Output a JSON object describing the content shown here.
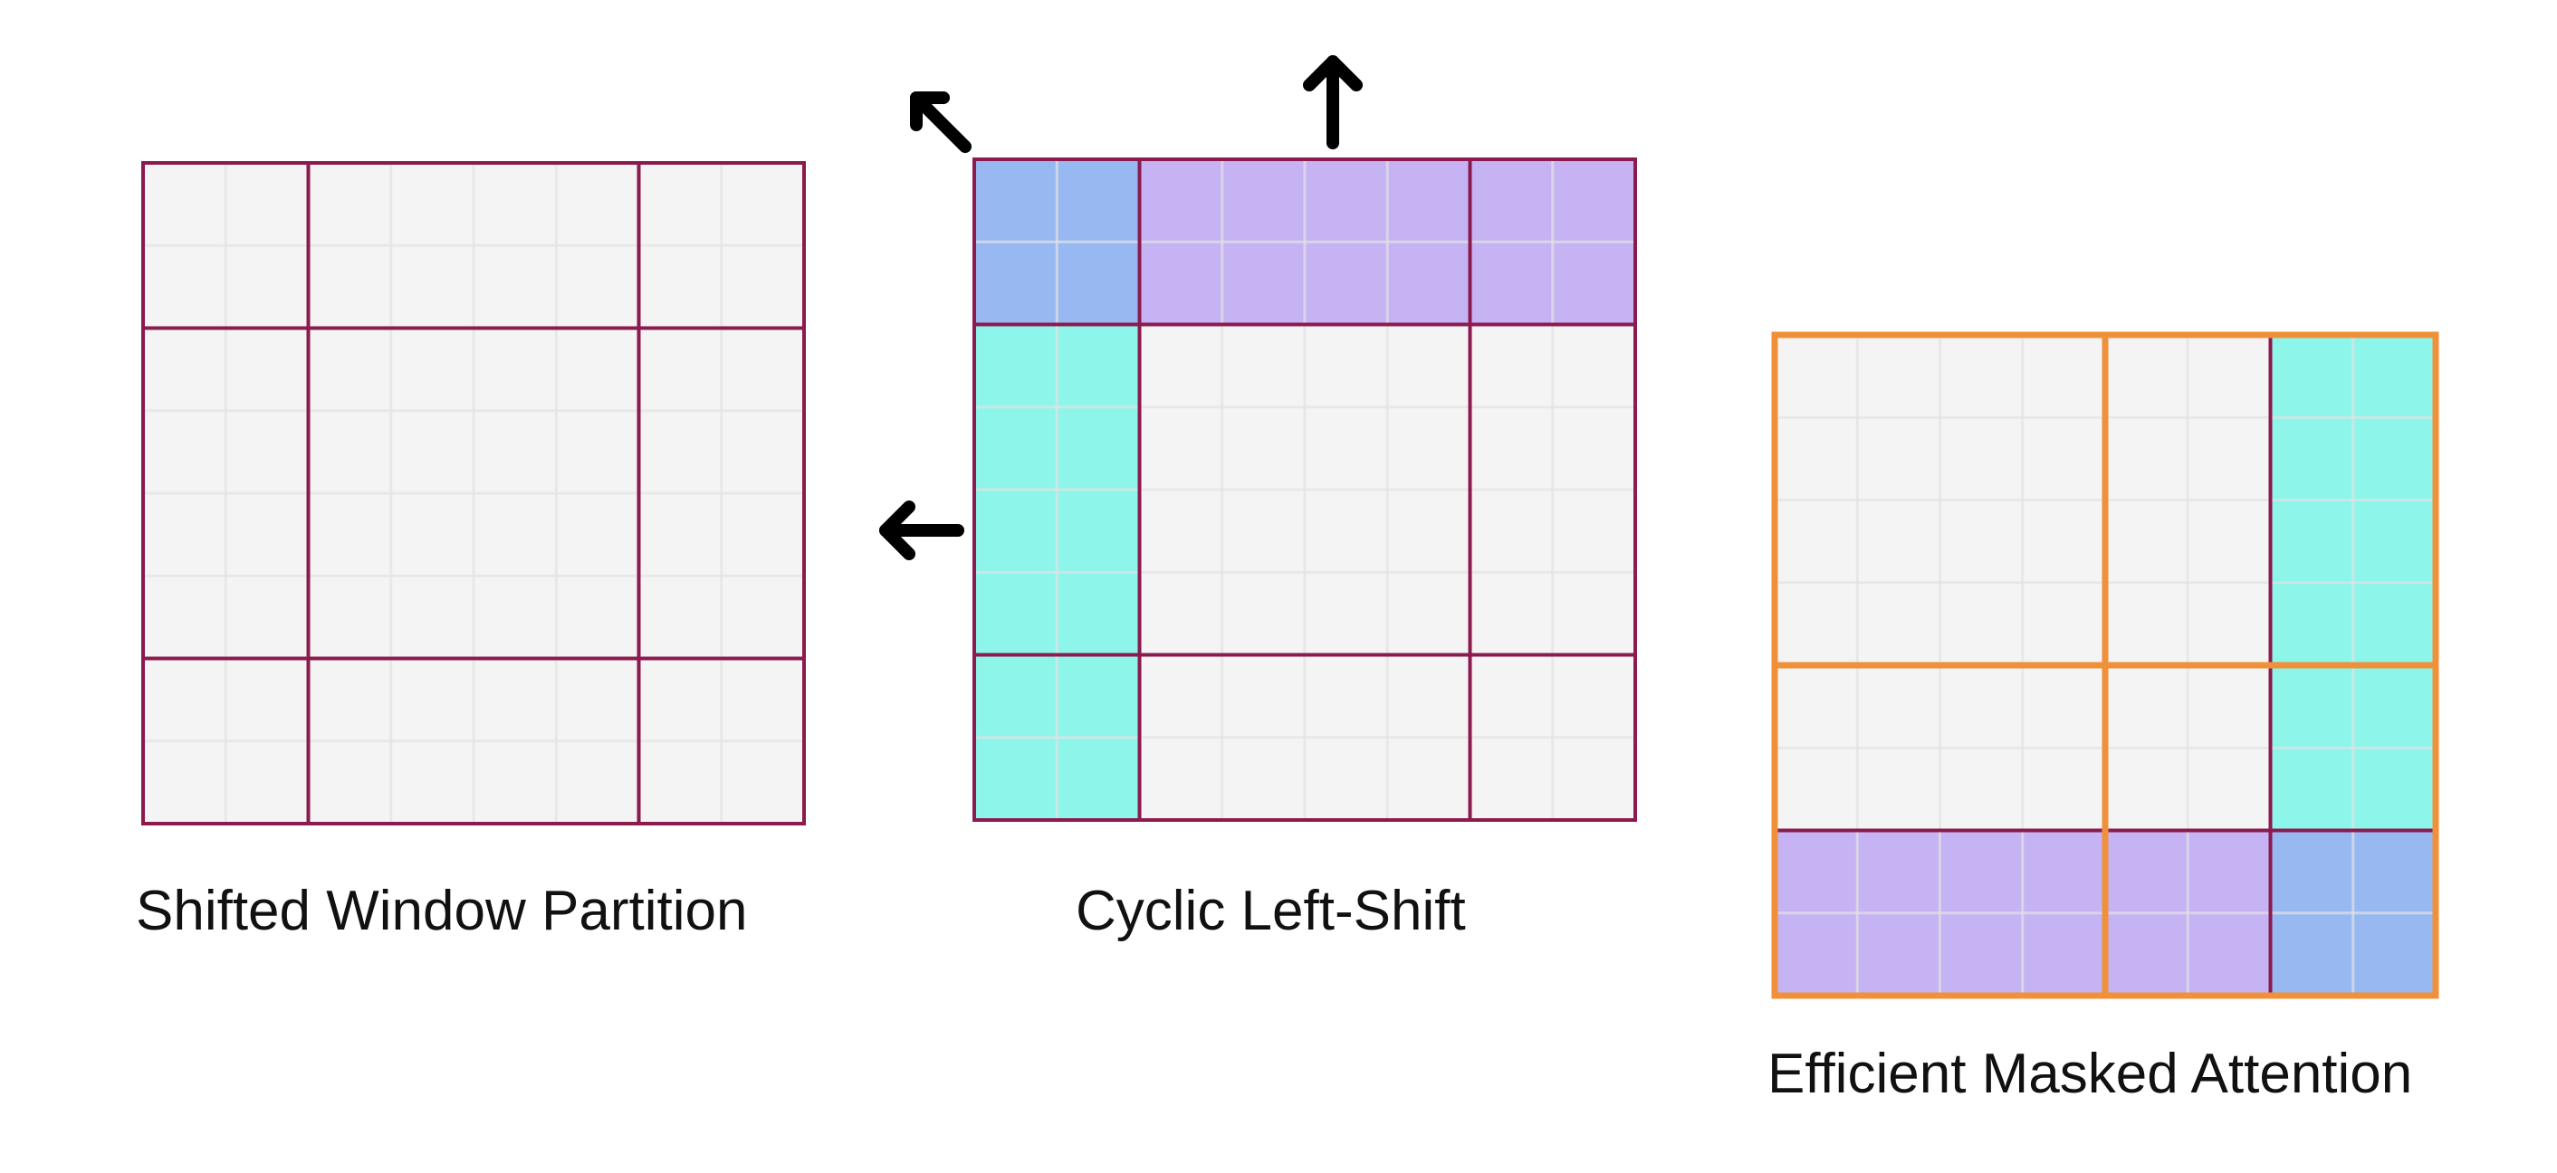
{
  "captions": {
    "partition": "Shifted Window Partition",
    "shift": "Cyclic Left-Shift",
    "masked": "Efficient Masked Attention"
  },
  "colors": {
    "cell_bg": "#f4f4f4",
    "fine_grid": "#e2e2e2",
    "window_border": "#8b1a4e",
    "blue": "#98b8f2",
    "purple": "#c5b3f3",
    "cyan": "#8ef5eb",
    "orange": "#f0913a",
    "arrow": "#000000"
  },
  "grid": {
    "cells": 8,
    "window_lines": [
      2,
      6
    ]
  },
  "regions": {
    "shift_top_left": "blue",
    "shift_top_bar": "purple",
    "shift_left_bar": "cyan",
    "masked_right_bar": "cyan",
    "masked_bottom_bar": "purple",
    "masked_corner": "blue"
  },
  "icons": [
    "arrow-up-left-icon",
    "arrow-up-icon",
    "arrow-left-icon"
  ]
}
